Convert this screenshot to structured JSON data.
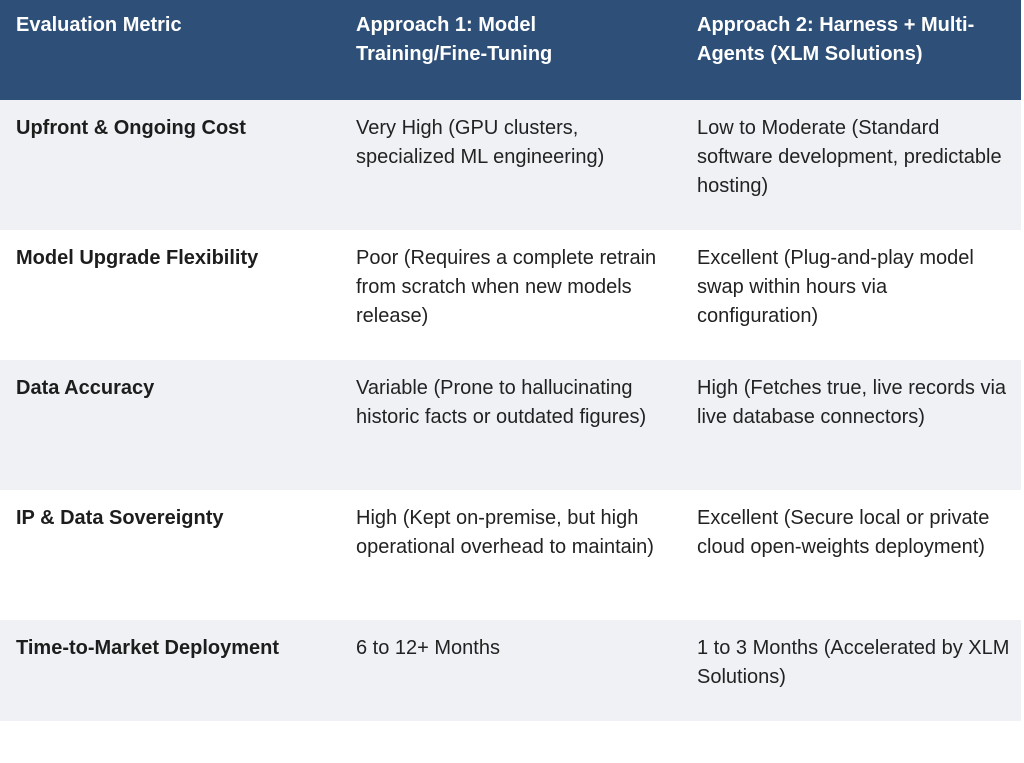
{
  "table": {
    "headers": [
      "Evaluation Metric",
      "Approach 1: Model Training/Fine-Tuning",
      "Approach 2: Harness + Multi-Agents (XLM Solutions)"
    ],
    "rows": [
      {
        "metric": "Upfront & Ongoing Cost",
        "approach1": "Very High (GPU clusters, specialized ML engineering)",
        "approach2": "Low to Moderate (Standard software development, predictable hosting)"
      },
      {
        "metric": "Model Upgrade Flexibility",
        "approach1": "Poor (Requires a complete retrain from scratch when new models release)",
        "approach2": "Excellent (Plug-and-play model swap within hours via configuration)"
      },
      {
        "metric": "Data Accuracy",
        "approach1": "Variable (Prone to hallucinating historic facts or outdated figures)",
        "approach2": "High (Fetches true, live records via live database connectors)"
      },
      {
        "metric": "IP & Data Sovereignty",
        "approach1": "High (Kept on-premise, but high operational overhead to maintain)",
        "approach2": "Excellent (Secure local or private cloud open-weights deployment)"
      },
      {
        "metric": "Time-to-Market Deployment",
        "approach1": "6 to 12+ Months",
        "approach2": "1 to 3 Months (Accelerated by XLM Solutions)"
      }
    ]
  },
  "colors": {
    "header_bg": "#2e5078",
    "header_text": "#ffffff",
    "row_shaded": "#eff1f4",
    "row_plain": "#ffffff",
    "body_text": "#222222"
  }
}
